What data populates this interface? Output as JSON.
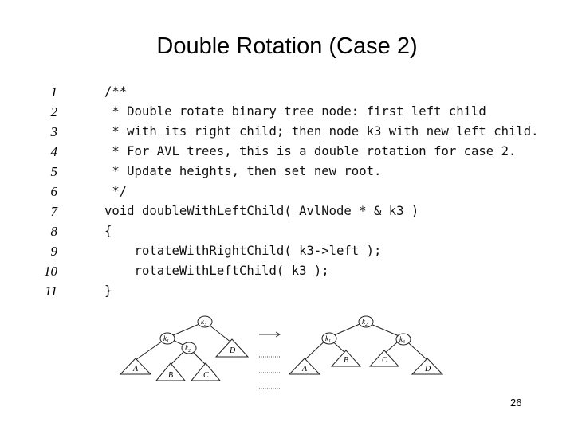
{
  "slide": {
    "title": "Double Rotation (Case 2)",
    "page_number": "26"
  },
  "code": {
    "lines": [
      {
        "num": "1",
        "text": "/**"
      },
      {
        "num": "2",
        "text": " * Double rotate binary tree node: first left child"
      },
      {
        "num": "3",
        "text": " * with its right child; then node k3 with new left child."
      },
      {
        "num": "4",
        "text": " * For AVL trees, this is a double rotation for case 2."
      },
      {
        "num": "5",
        "text": " * Update heights, then set new root."
      },
      {
        "num": "6",
        "text": " */"
      },
      {
        "num": "7",
        "text": "void doubleWithLeftChild( AvlNode * & k3 )"
      },
      {
        "num": "8",
        "text": "{"
      },
      {
        "num": "9",
        "text": "    rotateWithRightChild( k3->left );"
      },
      {
        "num": "10",
        "text": "    rotateWithLeftChild( k3 );"
      },
      {
        "num": "11",
        "text": "}"
      }
    ]
  },
  "diagram": {
    "before": {
      "root": {
        "k": "k",
        "sub": "3"
      },
      "left": {
        "k": "k",
        "sub": "1"
      },
      "mid": {
        "k": "k",
        "sub": "2"
      },
      "leaves": [
        "A",
        "B",
        "C",
        "D"
      ]
    },
    "after": {
      "root": {
        "k": "k",
        "sub": "2"
      },
      "left": {
        "k": "k",
        "sub": "1"
      },
      "right": {
        "k": "k",
        "sub": "3"
      },
      "leaves": [
        "A",
        "B",
        "C",
        "D"
      ]
    }
  }
}
